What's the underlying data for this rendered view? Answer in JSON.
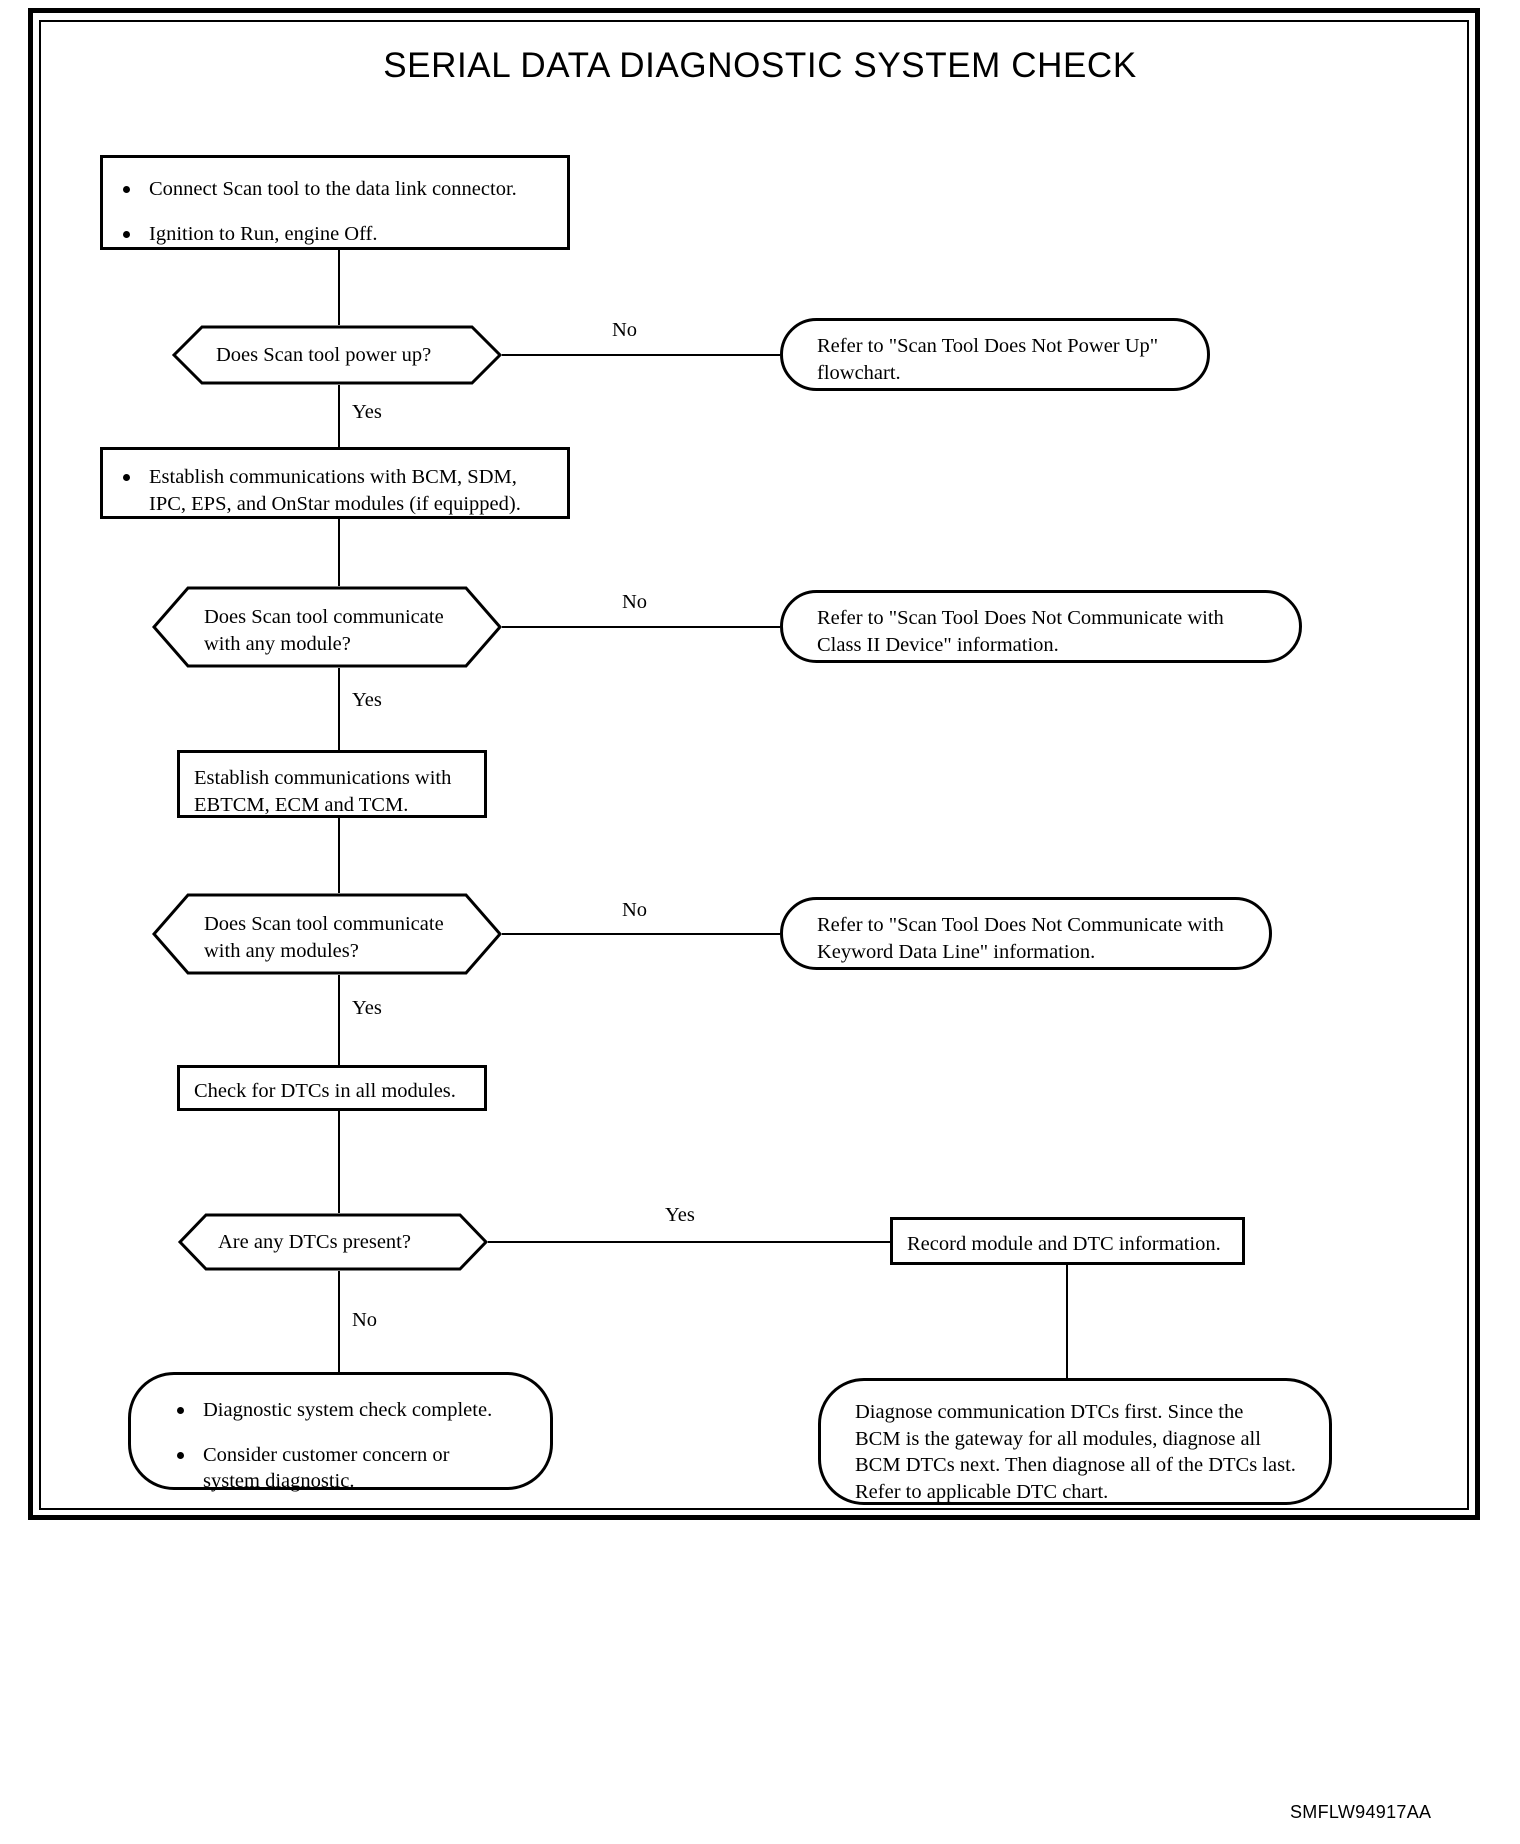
{
  "page": {
    "title": "SERIAL DATA DIAGNOSTIC SYSTEM CHECK",
    "part_code": "SMFLW94917AA",
    "ink_color": "#000000",
    "paper_color": "#ffffff"
  },
  "chart_data": {
    "type": "diagram",
    "diagram_kind": "flowchart",
    "title": "SERIAL DATA DIAGNOSTIC SYSTEM CHECK",
    "orientation": "top-to-bottom",
    "nodes": [
      {
        "id": "n1",
        "shape": "process",
        "bullets": [
          "Connect Scan tool to the data link connector.",
          "Ignition to Run, engine Off."
        ]
      },
      {
        "id": "d1",
        "shape": "decision",
        "text": "Does Scan tool power up?"
      },
      {
        "id": "r1",
        "shape": "stadium",
        "text": "Refer to \"Scan Tool Does Not  Power Up\"\nflowchart."
      },
      {
        "id": "n2",
        "shape": "process",
        "bullets": [
          "Establish communications with BCM, SDM,\nIPC, EPS, and OnStar modules (if equipped)."
        ]
      },
      {
        "id": "d2",
        "shape": "decision",
        "text": "Does Scan tool communicate\nwith any module?"
      },
      {
        "id": "r2",
        "shape": "stadium",
        "text": "Refer to \"Scan Tool Does Not Communicate with\nClass II Device\" information."
      },
      {
        "id": "n3",
        "shape": "process",
        "text": "Establish communications with\nEBTCM, ECM and TCM."
      },
      {
        "id": "d3",
        "shape": "decision",
        "text": "Does Scan tool communicate\nwith any modules?"
      },
      {
        "id": "r3",
        "shape": "stadium",
        "text": "Refer to \"Scan Tool Does Not Communicate with\nKeyword Data Line\" information."
      },
      {
        "id": "n4",
        "shape": "process",
        "text": "Check for DTCs in all modules."
      },
      {
        "id": "d4",
        "shape": "decision",
        "text": "Are any DTCs present?"
      },
      {
        "id": "n5",
        "shape": "process",
        "text": "Record module and DTC information."
      },
      {
        "id": "t1",
        "shape": "stadium",
        "bullets": [
          "Diagnostic system check complete.",
          "Consider customer concern or\nsystem diagnostic."
        ]
      },
      {
        "id": "t2",
        "shape": "stadium",
        "text": "Diagnose communication DTCs first. Since the\nBCM is the gateway for all modules, diagnose all\nBCM DTCs next. Then diagnose all of the DTCs last.\nRefer to applicable DTC chart."
      }
    ],
    "edges": [
      {
        "from": "n1",
        "to": "d1",
        "label": ""
      },
      {
        "from": "d1",
        "to": "r1",
        "label": "No"
      },
      {
        "from": "d1",
        "to": "n2",
        "label": "Yes"
      },
      {
        "from": "n2",
        "to": "d2",
        "label": ""
      },
      {
        "from": "d2",
        "to": "r2",
        "label": "No"
      },
      {
        "from": "d2",
        "to": "n3",
        "label": "Yes"
      },
      {
        "from": "n3",
        "to": "d3",
        "label": ""
      },
      {
        "from": "d3",
        "to": "r3",
        "label": "No"
      },
      {
        "from": "d3",
        "to": "n4",
        "label": "Yes"
      },
      {
        "from": "n4",
        "to": "d4",
        "label": ""
      },
      {
        "from": "d4",
        "to": "n5",
        "label": "Yes"
      },
      {
        "from": "d4",
        "to": "t1",
        "label": "No"
      },
      {
        "from": "n5",
        "to": "t2",
        "label": ""
      }
    ],
    "labels": {
      "yes": "Yes",
      "no": "No"
    }
  }
}
